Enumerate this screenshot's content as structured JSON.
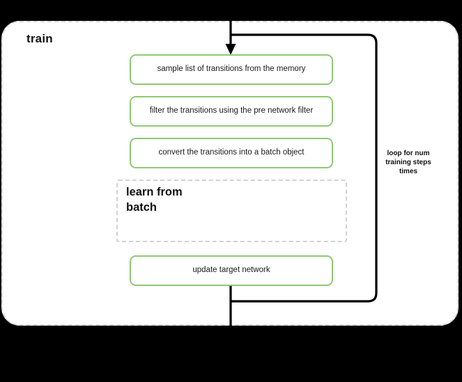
{
  "diagram": {
    "background_color": "#000000",
    "container": {
      "title": "train",
      "border_color": "#d9d9d9",
      "fill_color": "#ffffff"
    },
    "accent_green": "#8ec973",
    "edge_color": "#000000",
    "steps": [
      {
        "id": "sample",
        "label": "sample list of transitions from the memory"
      },
      {
        "id": "filter",
        "label": "filter the transitions using the pre network filter"
      },
      {
        "id": "convert",
        "label": "convert the transitions into a batch object"
      },
      {
        "id": "update",
        "label": "update target network"
      }
    ],
    "subprocess": {
      "title_line_1": "learn from",
      "title_line_2": "batch",
      "border_color": "#d2d2d2"
    },
    "loop_annotation": {
      "line_1": "loop for num",
      "line_2": "training steps",
      "line_3": "times"
    }
  }
}
